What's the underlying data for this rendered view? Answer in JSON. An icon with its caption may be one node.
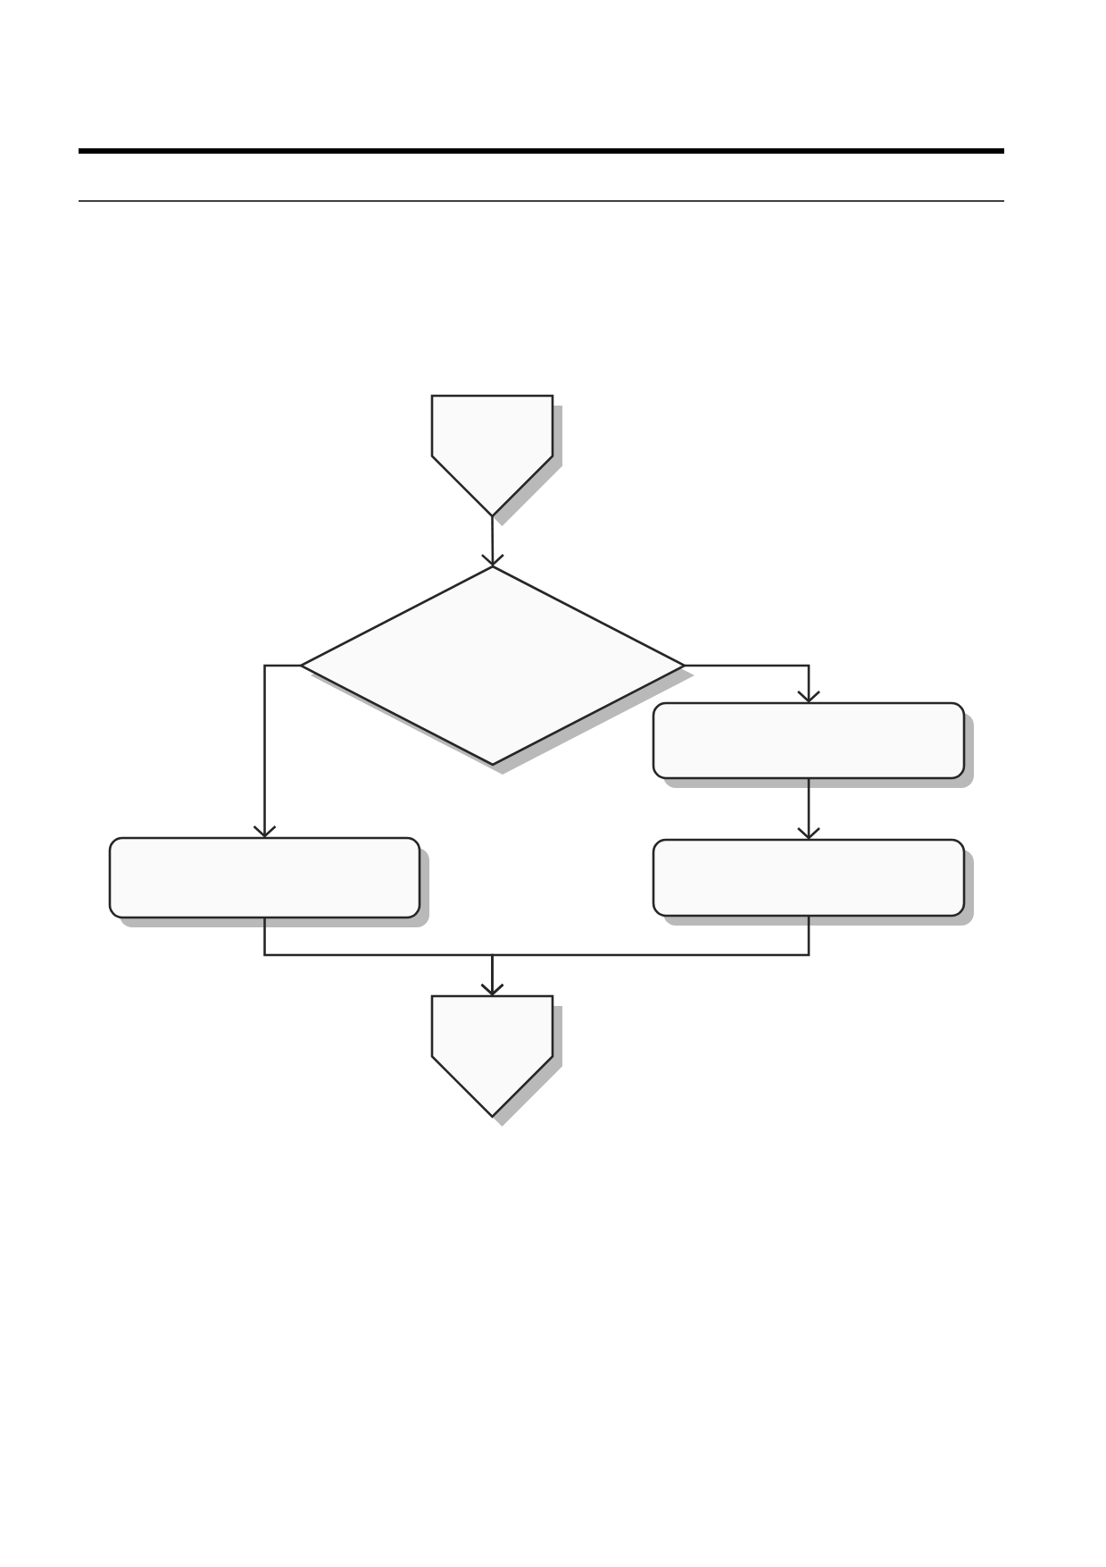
{
  "diagram": {
    "nodes": [
      {
        "text": [],
        "shape": "pentagon"
      },
      {
        "text": [],
        "shape": "diamond"
      },
      {
        "text": [],
        "shape": "box"
      },
      {
        "text": [],
        "shape": "box"
      },
      {
        "text": [],
        "shape": "box"
      },
      {
        "text": [],
        "shape": "pentagon"
      }
    ],
    "edges": [
      {
        "from": 0,
        "to": 1,
        "arrow": "to"
      },
      {
        "from": 1,
        "to": 3,
        "arrow": "to"
      },
      {
        "from": 1,
        "to": 2,
        "arrow": "to"
      },
      {
        "from": 2,
        "to": 4,
        "arrow": "to"
      },
      {
        "from": 3,
        "to": 5,
        "arrow": "to"
      },
      {
        "from": 4,
        "to": 5,
        "arrow": "to"
      }
    ]
  }
}
